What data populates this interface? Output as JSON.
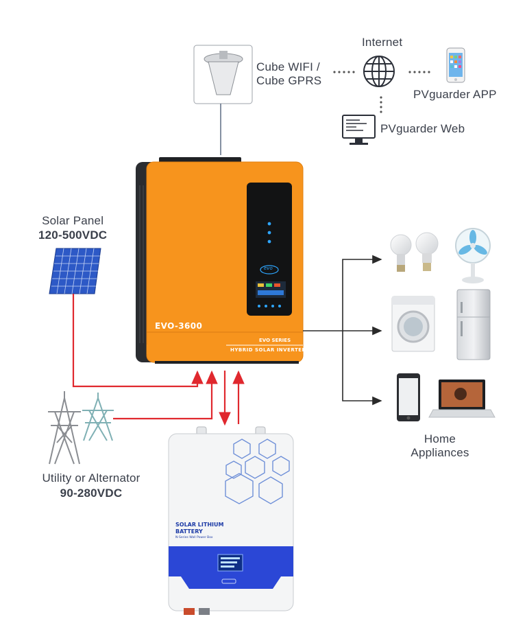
{
  "cube": {
    "line1": "Cube WIFI /",
    "line2": "Cube GPRS"
  },
  "internet": {
    "label": "Internet"
  },
  "app": {
    "label": "PVguarder APP"
  },
  "web": {
    "label": "PVguarder Web"
  },
  "solar": {
    "title": "Solar Panel",
    "spec": "120-500VDC"
  },
  "utility": {
    "title": "Utility or Alternator",
    "spec": "90-280VDC"
  },
  "inverter": {
    "model": "EVO-3600",
    "series": "EVO SERIES",
    "product": "HYBRID SOLAR INVERTER",
    "logo": "evo"
  },
  "battery": {
    "title_line1": "SOLAR LITHIUM",
    "title_line2": "BATTERY",
    "subtitle": "N-Series Wall Power Box"
  },
  "home": {
    "line1": "Home",
    "line2": "Appliances"
  },
  "colors": {
    "inverter": "#f7941d",
    "power_line": "#e0282e",
    "battery_band": "#2b47d6",
    "hex_outline": "#6e8fd8"
  }
}
